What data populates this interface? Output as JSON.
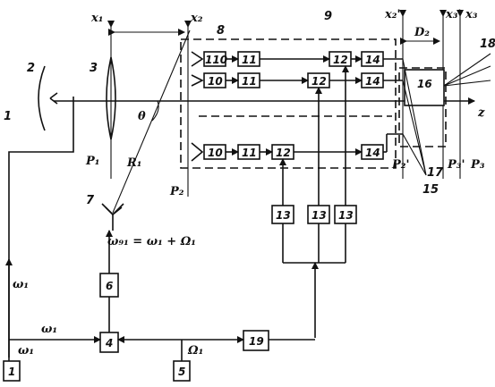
{
  "blocks": {
    "b1": "1",
    "b4": "4",
    "b5": "5",
    "b6": "6",
    "b10a": "110",
    "b10b": "10",
    "b10c": "10",
    "b11a": "11",
    "b11b": "11",
    "b11c": "11",
    "b12a": "12",
    "b12b": "12",
    "b12c": "12",
    "b13a": "13",
    "b13b": "13",
    "b13c": "13",
    "b14a": "14",
    "b14b": "14",
    "b14c": "14",
    "b16": "16",
    "b19": "19"
  },
  "ref_numbers": {
    "n1": "1",
    "n2": "2",
    "n3": "3",
    "n7": "7",
    "n8": "8",
    "n9": "9",
    "n15": "15",
    "n17": "17",
    "n18": "18"
  },
  "labels": {
    "x1": "x₁",
    "x2": "x₂",
    "x2p": "x₂'",
    "x3p": "x₃'",
    "x3": "x₃",
    "D2": "D₂",
    "z": "z",
    "theta": "θ",
    "R1": "R₁",
    "P1": "P₁",
    "P2": "P₂",
    "P2p": "P₂'",
    "P3p": "P₃'",
    "P3": "P₃",
    "omega_left": "ω₁",
    "omega_mid": "ω₁",
    "omega_bottom": "ω₁",
    "Omega1": "Ω₁",
    "omega_formula": "ω₉₁ = ω₁ + Ω₁"
  }
}
